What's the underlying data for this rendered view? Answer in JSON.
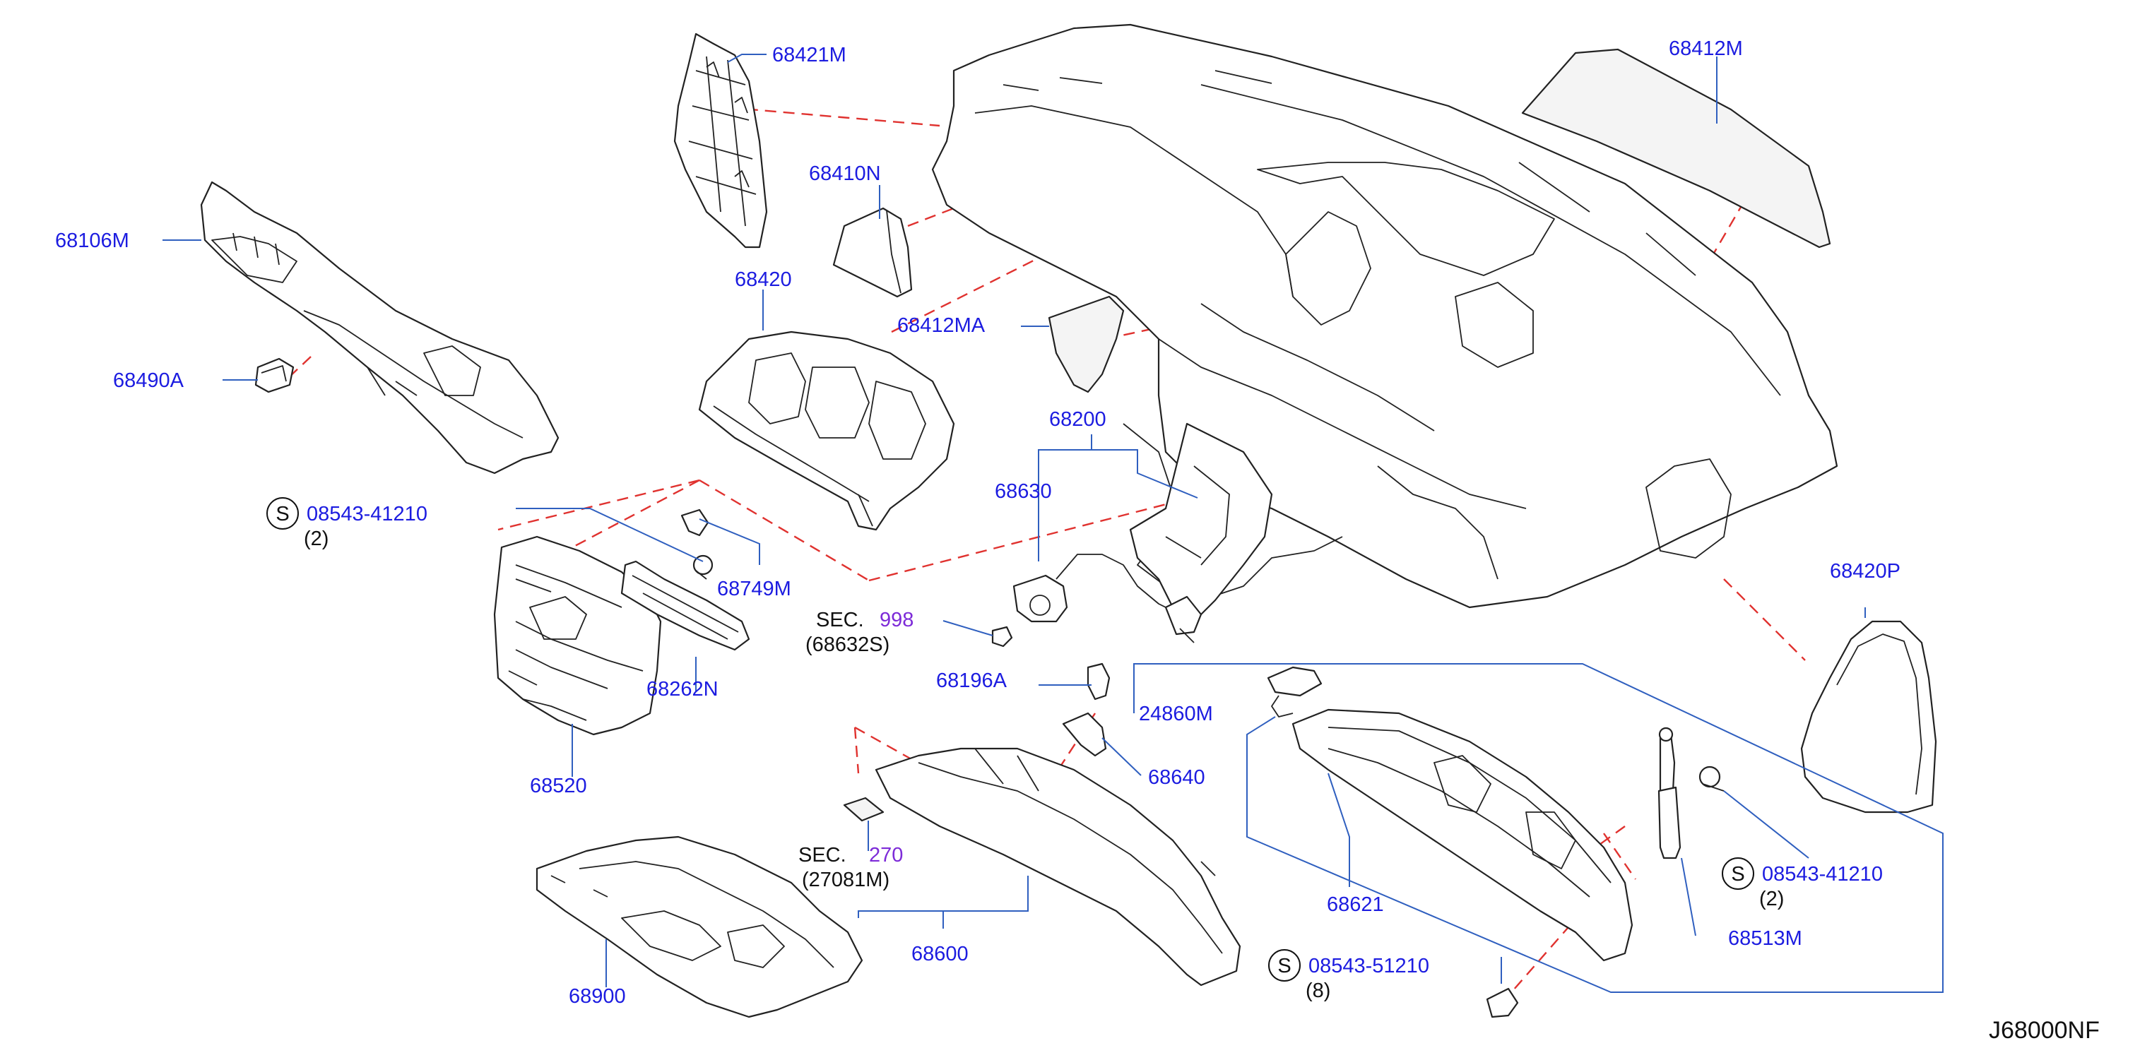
{
  "diagram_id": "J68000NF",
  "colors": {
    "label": "#1c1ce0",
    "leader": "#2f5fbf",
    "dashed_link": "#e0322f",
    "section_ref": "#7d2bd8",
    "line_art": "#222222"
  },
  "labels": {
    "p68421M": "68421M",
    "p68412M": "68412M",
    "p68410N": "68410N",
    "p68106M": "68106M",
    "p68420": "68420",
    "p68412MA": "68412MA",
    "p68490A": "68490A",
    "p68200": "68200",
    "p68630": "68630",
    "s1_code": "08543-41210",
    "s1_qty": "(2)",
    "p68749M": "68749M",
    "p68262N": "68262N",
    "p68520": "68520",
    "p68196A": "68196A",
    "p24860M": "24860M",
    "p68640": "68640",
    "p68420P": "68420P",
    "p68621": "68621",
    "s2_code": "08543-41210",
    "s2_qty": "(2)",
    "p68513M": "68513M",
    "p68600": "68600",
    "p68900": "68900",
    "s3_code": "08543-51210",
    "s3_qty": "(8)",
    "sec998_prefix": "SEC.",
    "sec998_num": "998",
    "sec998_ref": "(68632S)",
    "sec270_prefix": "SEC.",
    "sec270_num": "270",
    "sec270_ref": "(27081M)",
    "s_symbol": "S"
  }
}
